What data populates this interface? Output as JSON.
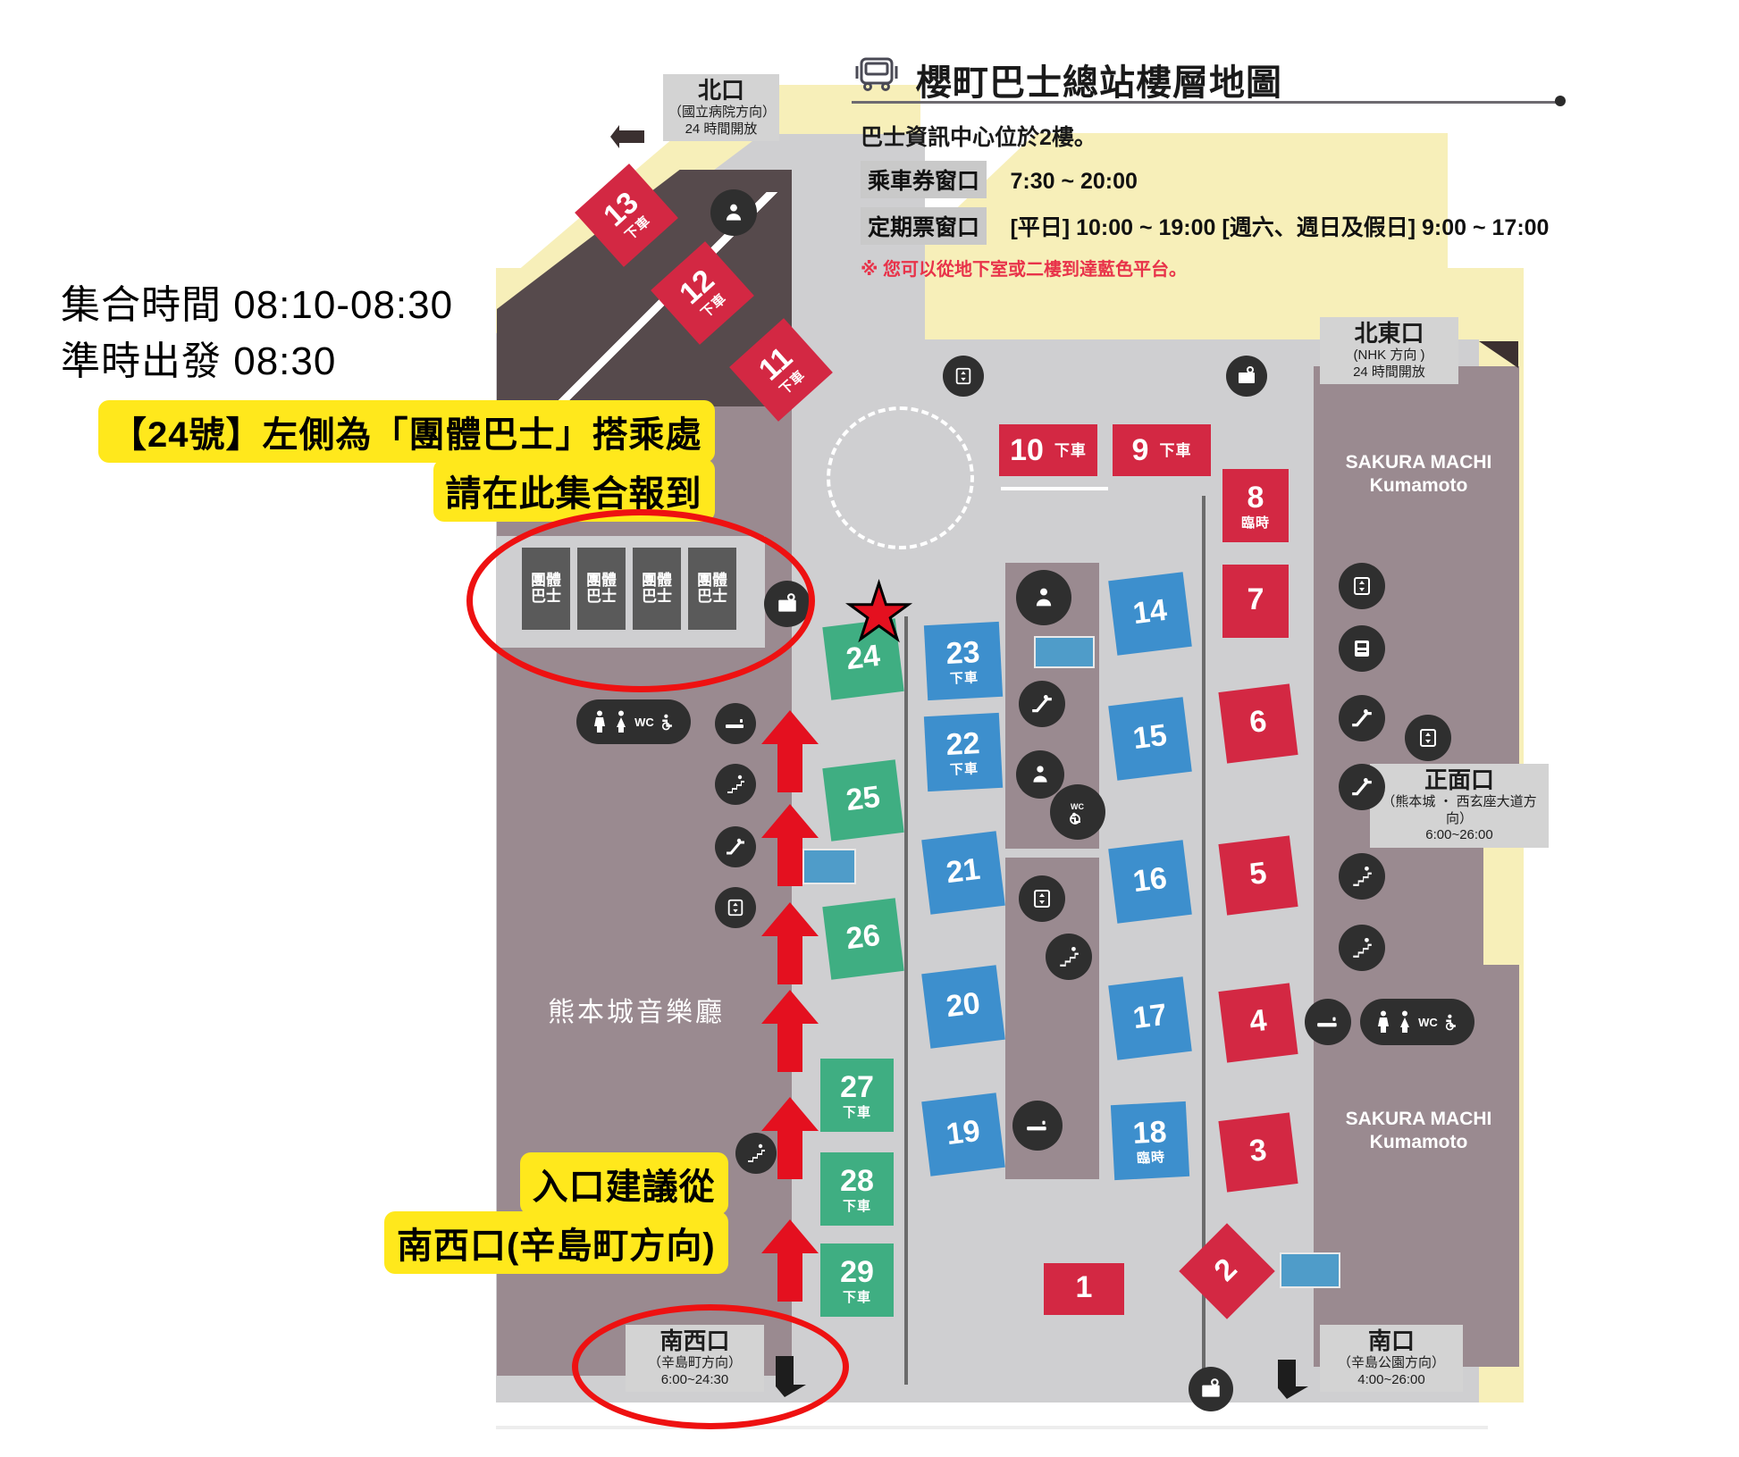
{
  "header": {
    "icon": "bus-icon",
    "title": "櫻町巴士總站樓層地圖",
    "subtitle": "巴士資訊中心位於2樓。",
    "rows": [
      {
        "label": "乘車券窗口",
        "value": "7:30 ~ 20:00"
      },
      {
        "label": "定期票窗口",
        "value": "[平日] 10:00 ~ 19:00 [週六、週日及假日] 9:00 ~ 17:00"
      }
    ],
    "note": "※ 您可以從地下室或二樓到達藍色平台。"
  },
  "annotations": {
    "meet_time": "集合時間 08:10-08:30",
    "depart_time": "準時出發 08:30",
    "highlight_top_line1": "【24號】左側為「團體巴士」搭乘處",
    "highlight_top_line2": "請在此集合報到",
    "highlight_bottom_line1": "入口建議從",
    "highlight_bottom_line2": "南西口(辛島町方向)",
    "star": "★"
  },
  "entrances": [
    {
      "id": "north",
      "name": "北口",
      "dir": "（國立病院方向）",
      "hours": "24 時間開放"
    },
    {
      "id": "northeast",
      "name": "北東口",
      "dir": "(NHK 方向 )",
      "hours": "24 時間開放"
    },
    {
      "id": "front",
      "name": "正面口",
      "dir": "（熊本城 ・ 西玄座大道方向）",
      "hours": "6:00~26:00"
    },
    {
      "id": "south",
      "name": "南口",
      "dir": "（辛島公園方向）",
      "hours": "4:00~26:00"
    },
    {
      "id": "southwest",
      "name": "南西口",
      "dir": "（辛島町方向）",
      "hours": "6:00~24:30"
    }
  ],
  "bays": {
    "red": [
      {
        "num": "1",
        "sub": ""
      },
      {
        "num": "2",
        "sub": ""
      },
      {
        "num": "3",
        "sub": ""
      },
      {
        "num": "4",
        "sub": ""
      },
      {
        "num": "5",
        "sub": ""
      },
      {
        "num": "6",
        "sub": ""
      },
      {
        "num": "7",
        "sub": ""
      },
      {
        "num": "8",
        "sub": "臨時"
      },
      {
        "num": "9",
        "sub": "下車"
      },
      {
        "num": "10",
        "sub": "下車"
      },
      {
        "num": "11",
        "sub": "下車"
      },
      {
        "num": "12",
        "sub": "下車"
      },
      {
        "num": "13",
        "sub": "下車"
      }
    ],
    "blue": [
      {
        "num": "14",
        "sub": ""
      },
      {
        "num": "15",
        "sub": ""
      },
      {
        "num": "16",
        "sub": ""
      },
      {
        "num": "17",
        "sub": ""
      },
      {
        "num": "18",
        "sub": "臨時"
      },
      {
        "num": "19",
        "sub": ""
      },
      {
        "num": "20",
        "sub": ""
      },
      {
        "num": "21",
        "sub": ""
      },
      {
        "num": "22",
        "sub": "下車"
      },
      {
        "num": "23",
        "sub": "下車"
      }
    ],
    "green": [
      {
        "num": "24",
        "sub": ""
      },
      {
        "num": "25",
        "sub": ""
      },
      {
        "num": "26",
        "sub": ""
      },
      {
        "num": "27",
        "sub": "下車"
      },
      {
        "num": "28",
        "sub": "下車"
      },
      {
        "num": "29",
        "sub": "下車"
      }
    ],
    "group": [
      {
        "l1": "團體",
        "l2": "巴士"
      },
      {
        "l1": "團體",
        "l2": "巴士"
      },
      {
        "l1": "團體",
        "l2": "巴士"
      },
      {
        "l1": "團體",
        "l2": "巴士"
      }
    ]
  },
  "buildings": [
    {
      "id": "mall-north",
      "l1": "SAKURA MACHI",
      "l2": "Kumamoto"
    },
    {
      "id": "mall-south",
      "l1": "SAKURA MACHI",
      "l2": "Kumamoto"
    },
    {
      "id": "hall",
      "label": "熊本城音樂廳"
    }
  ],
  "colors": {
    "red_bay": "#d32843",
    "blue_bay": "#3d8fcd",
    "green_bay": "#3fae82",
    "highlight_yellow": "#ffe81c",
    "mark_red": "#ee1111",
    "road_yellow": "#f7efb9",
    "concourse_gray": "#cfcfd1",
    "building_mauve": "#9a8a90"
  }
}
